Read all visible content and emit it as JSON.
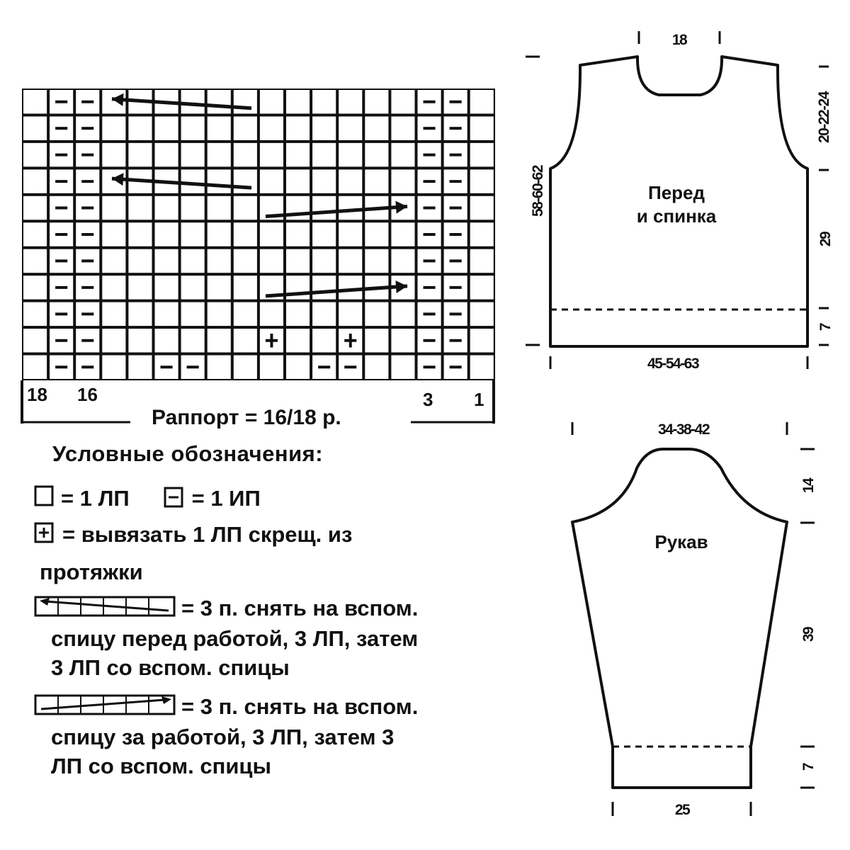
{
  "chart": {
    "rows": 11,
    "cols": 18,
    "col_labels": {
      "left_a": "18",
      "left_b": "16",
      "right_a": "3",
      "right_b": "1"
    },
    "rapport": "Раппорт = 16/18 р.",
    "purl_columns": [
      2,
      3,
      16,
      17
    ],
    "bottom_extra_purl": [
      6,
      7,
      12,
      13
    ],
    "plus_cells": [
      {
        "row": 10,
        "col": 10
      },
      {
        "row": 10,
        "col": 13
      }
    ],
    "cable_left_rows": [
      1,
      4
    ],
    "cable_right_rows": [
      5,
      8
    ]
  },
  "legend": {
    "title": "Условные обозначения:",
    "knit_symbol_text": "= 1 ЛП",
    "purl_symbol_text": "= 1 ИП",
    "plus_text_line1": "= вывязать 1 ЛП скрещ. из",
    "plus_text_line2": "протяжки",
    "cable_left_line1": "= 3 п. снять на вспом.",
    "cable_left_line2": "спицу перед работой, 3 ЛП, затем",
    "cable_left_line3": "3 ЛП со вспом. спицы",
    "cable_right_line1": "= 3 п. снять на вспом.",
    "cable_right_line2": "спицу за работой, 3 ЛП, затем 3",
    "cable_right_line3": "ЛП со вспом. спицы"
  },
  "front": {
    "name_line1": "Перед",
    "name_line2": "и спинка",
    "neck": "18",
    "armhole": "20-22-24",
    "body_height": "29",
    "rib": "7",
    "total_height": "58-60-62",
    "width": "45-54-63"
  },
  "sleeve": {
    "name": "Рукав",
    "top_width": "34-38-42",
    "cap": "14",
    "length": "39",
    "cuff": "7",
    "bottom_width": "25"
  }
}
